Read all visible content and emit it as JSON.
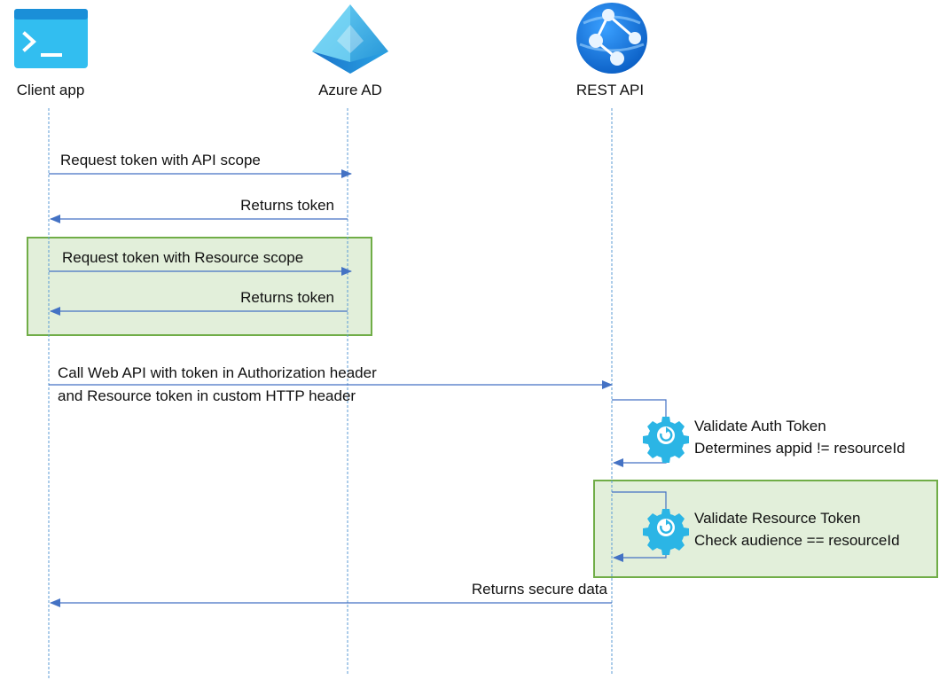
{
  "actors": {
    "client": {
      "label": "Client app",
      "icon": "terminal-window-icon"
    },
    "azure_ad": {
      "label": "Azure AD",
      "icon": "azure-ad-pyramid-icon"
    },
    "rest_api": {
      "label": "REST API",
      "icon": "app-service-globe-icon"
    }
  },
  "messages": {
    "m1": "Request token with API scope",
    "m2": "Returns token",
    "m3": "Request token with Resource scope",
    "m4": "Returns token",
    "m5_line1": "Call Web API with token in Authorization header",
    "m5_line2": "and Resource token in custom HTTP header",
    "m8": "Returns secure data"
  },
  "validations": {
    "auth": {
      "title": "Validate Auth Token",
      "detail": "Determines appid != resourceId",
      "icon": "gear-refresh-icon"
    },
    "resource": {
      "title": "Validate Resource Token",
      "detail": "Check audience == resourceId",
      "icon": "gear-refresh-icon"
    }
  },
  "colors": {
    "arrow": "#4472c4",
    "lifeline": "#5b9bd5",
    "highlight_fill": "#e2efda",
    "highlight_border": "#70ad47",
    "gear": "#2bb5e5"
  }
}
